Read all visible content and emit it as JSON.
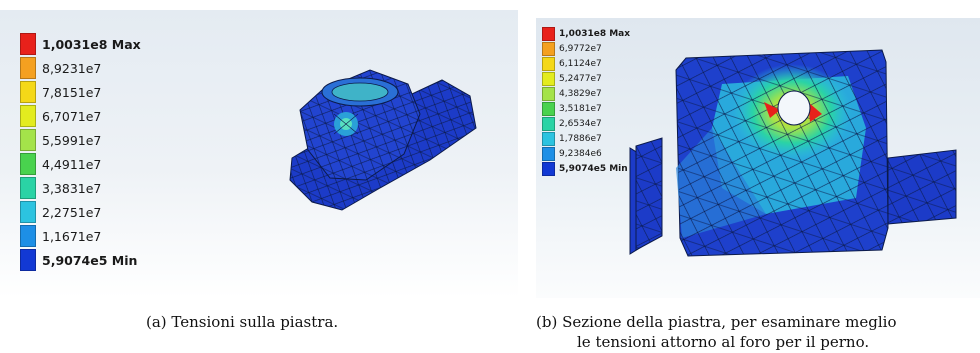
{
  "panel_a": {
    "legend": [
      "1,0031e8 Max",
      "8,9231e7",
      "7,8151e7",
      "6,7071e7",
      "5,5991e7",
      "4,4911e7",
      "3,3831e7",
      "2,2751e7",
      "1,1671e7",
      "5,9074e5 Min"
    ],
    "legend_colors": [
      "#e8211b",
      "#f4a020",
      "#f4d818",
      "#e3ec1f",
      "#a4e34a",
      "#49d24e",
      "#2ad3a5",
      "#2cc3e0",
      "#1d8fe6",
      "#1239d4"
    ],
    "caption": "(a) Tensioni sulla piastra."
  },
  "panel_b": {
    "legend": [
      "1,0031e8 Max",
      "6,9772e7",
      "6,1124e7",
      "5,2477e7",
      "4,3829e7",
      "3,5181e7",
      "2,6534e7",
      "1,7886e7",
      "9,2384e6",
      "5,9074e5 Min"
    ],
    "legend_colors": [
      "#e8211b",
      "#f4a020",
      "#f4d818",
      "#e3ec1f",
      "#a4e34a",
      "#49d24e",
      "#2ad3a5",
      "#2cc3e0",
      "#1d8fe6",
      "#1239d4"
    ],
    "caption_line1": "(b) Sezione della piastra, per esaminare meglio",
    "caption_line2": "le tensioni attorno al foro per il perno."
  }
}
